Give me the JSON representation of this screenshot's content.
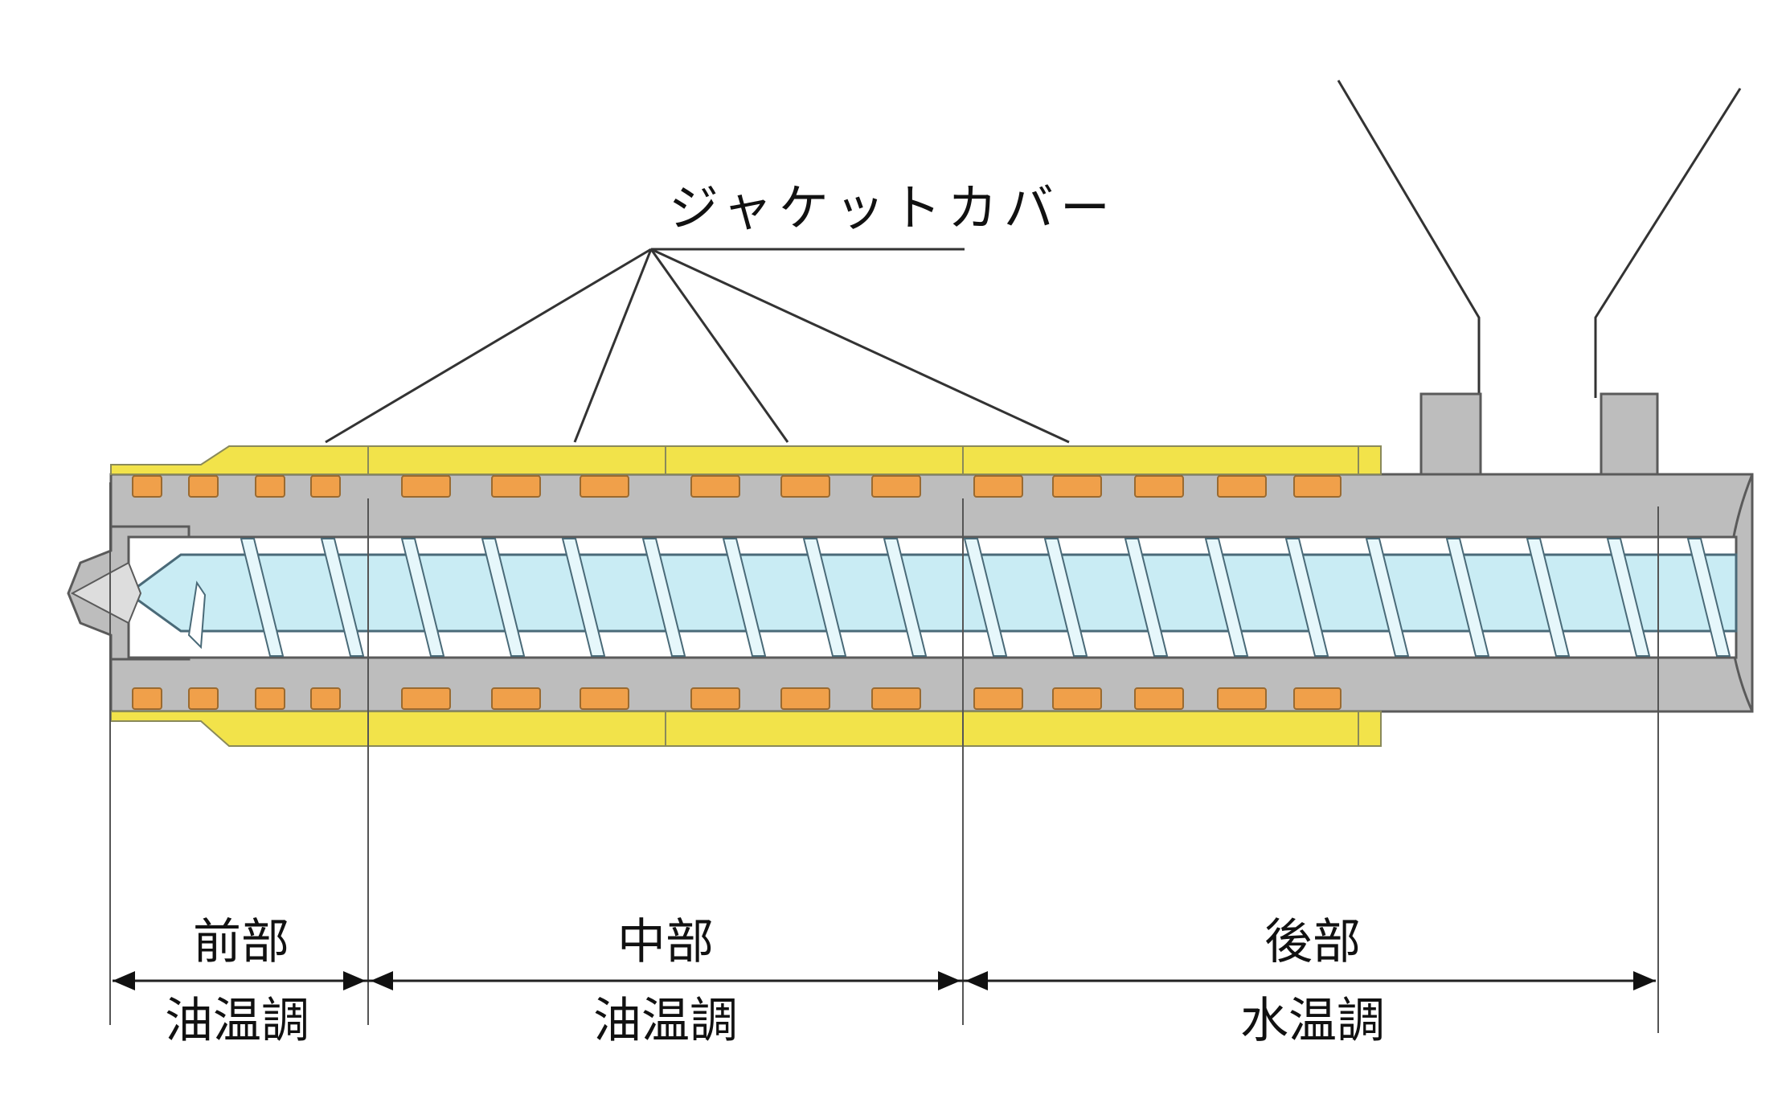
{
  "callout": {
    "text": "ジャケットカバー"
  },
  "zones": [
    {
      "name": "前部",
      "control": "油温調"
    },
    {
      "name": "中部",
      "control": "油温調"
    },
    {
      "name": "後部",
      "control": "水温調"
    }
  ],
  "colors": {
    "jacket": "#f2e34a",
    "jacket_stroke": "#8a8a5a",
    "heater": "#f0a04a",
    "heater_stroke": "#9a6a30",
    "barrel": "#bdbdbd",
    "barrel_stroke": "#5a5a5a",
    "screw": "#c9ecf4",
    "screw_stroke": "#4a6a78",
    "line": "#333333"
  }
}
